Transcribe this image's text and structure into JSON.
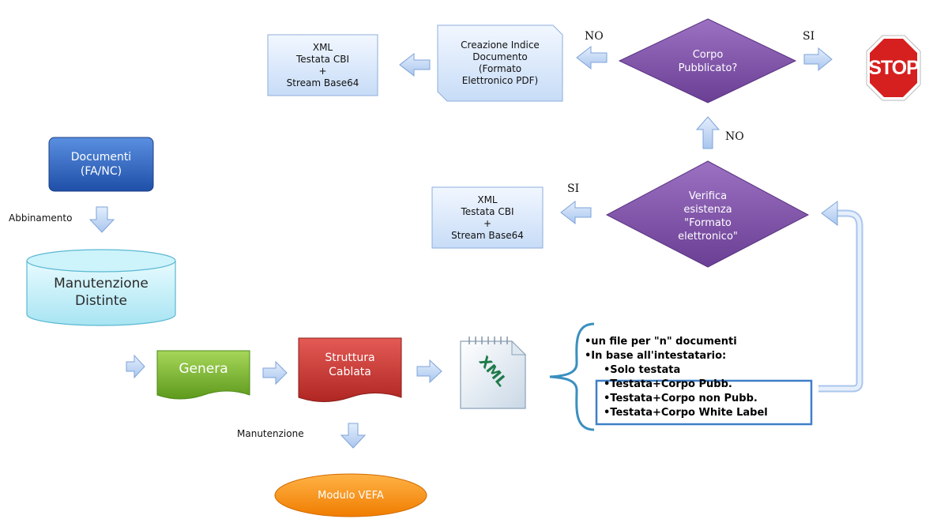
{
  "diagram": {
    "nodes": {
      "documenti": "Documenti\n(FA/NC)",
      "manutenzione_distinte": "Manutenzione\nDistinte",
      "genera": "Genera",
      "struttura_cablata": "Struttura\nCablata",
      "modulo_vefa": "Modulo VEFA",
      "xml_icon": "XML",
      "xml_top": "XML\nTestata CBI\n+\nStream Base64",
      "creazione_indice": "Creazione Indice\nDocumento\n(Formato\nElettronico PDF)",
      "corpo_pubblicato": "Corpo\nPubblicato?",
      "stop": "STOP",
      "xml_mid": "XML\nTestata CBI\n+\nStream Base64",
      "verifica": "Verifica\nesistenza\n\"Formato\nelettronico\""
    },
    "edge_labels": {
      "abbinamento": "Abbinamento",
      "manutenzione": "Manutenzione",
      "no_top": "NO",
      "si_top": "SI",
      "no_up": "NO",
      "si_mid": "SI"
    },
    "notes": {
      "line1": "•un file per \"n\" documenti",
      "line2": "•In base all'intestatario:",
      "line3": "•Solo testata",
      "line4": "•Testata+Corpo Pubb.",
      "line5": "•Testata+Corpo non Pubb.",
      "line6": "•Testata+Corpo White Label"
    }
  }
}
